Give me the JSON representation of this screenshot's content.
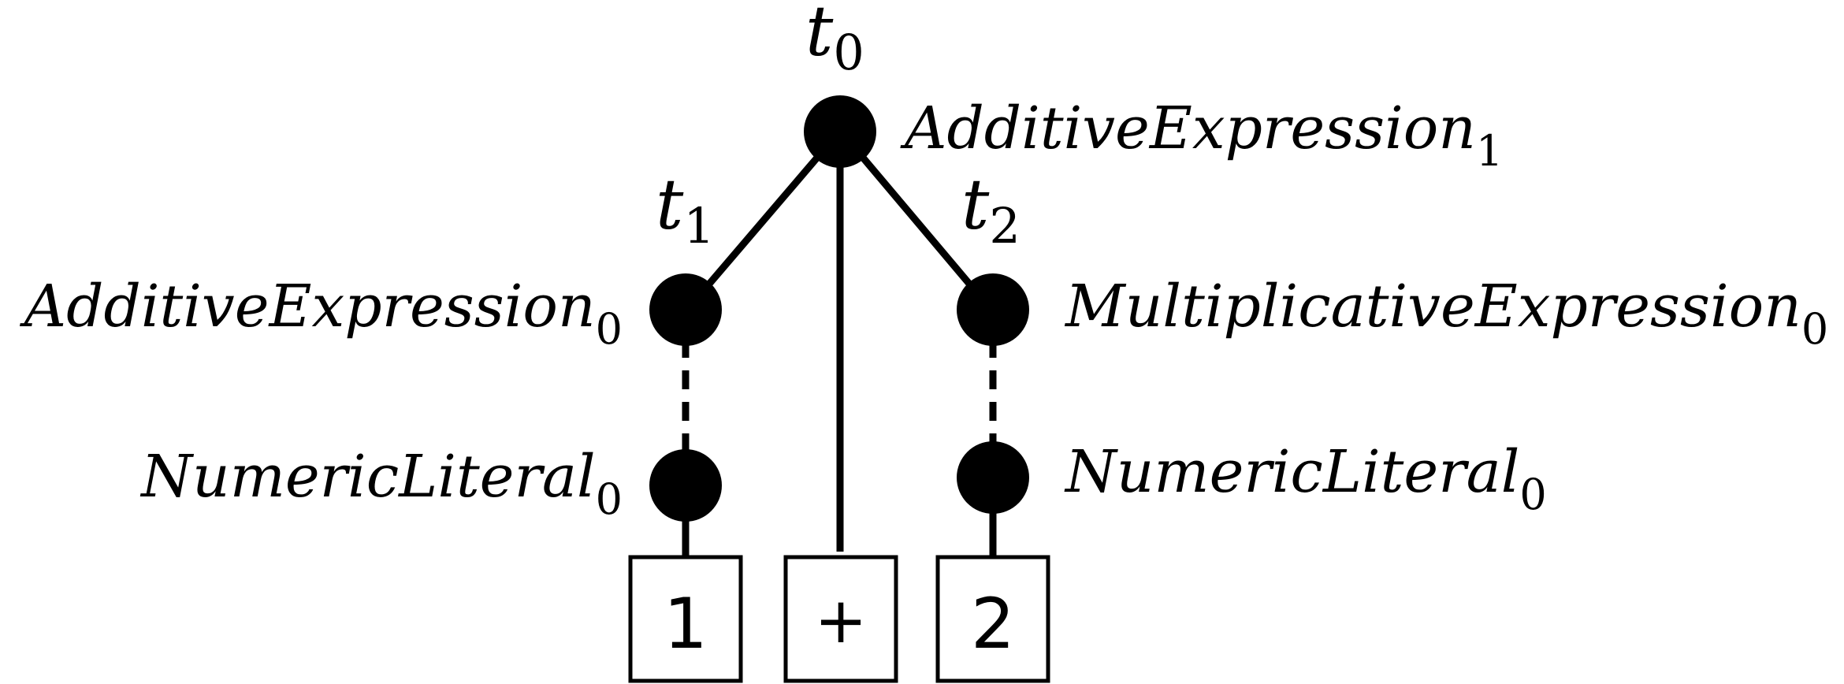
{
  "root": {
    "tag": "t",
    "tag_index": "0",
    "name": "AdditiveExpression",
    "index": "1"
  },
  "left": {
    "tag": "t",
    "tag_index": "1",
    "name": "AdditiveExpression",
    "index": "0",
    "child": {
      "name": "NumericLiteral",
      "index": "0"
    }
  },
  "right": {
    "tag": "t",
    "tag_index": "2",
    "name": "MultiplicativeExpression",
    "index": "0",
    "child": {
      "name": "NumericLiteral",
      "index": "0"
    }
  },
  "leaves": [
    "1",
    "+",
    "2"
  ]
}
